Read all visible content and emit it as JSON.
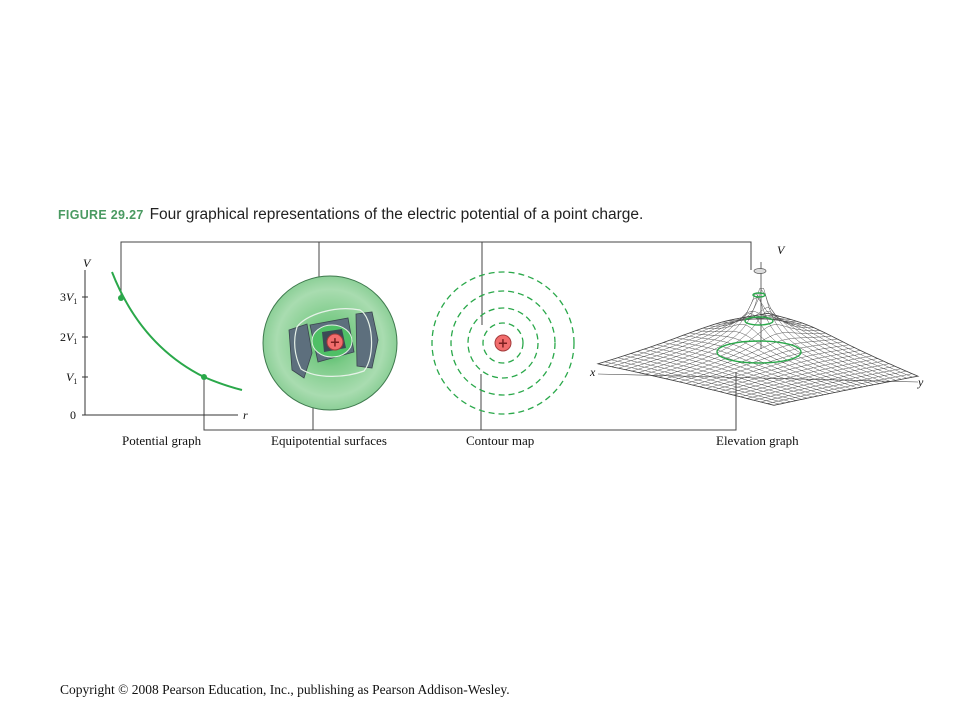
{
  "figure": {
    "number": "FIGURE 29.27",
    "caption": "Four graphical representations of the electric potential of a point charge."
  },
  "panels": [
    {
      "label": "Potential graph"
    },
    {
      "label": "Equipotential surfaces"
    },
    {
      "label": "Contour map"
    },
    {
      "label": "Elevation graph"
    }
  ],
  "potential_graph": {
    "y_axis_label": "V",
    "x_axis_label": "r",
    "tick_labels": [
      {
        "coef": "3",
        "sym": "V",
        "sub": "1"
      },
      {
        "coef": "2",
        "sym": "V",
        "sub": "1"
      },
      {
        "coef": "",
        "sym": "V",
        "sub": "1"
      },
      {
        "coef": "0",
        "sym": "",
        "sub": ""
      }
    ]
  },
  "charge_symbol": "+",
  "elevation_graph": {
    "axis_v": "V",
    "axis_x": "x",
    "axis_y": "y"
  },
  "colors": {
    "green_line": "#2aa84a",
    "green_fill": "#8fd19a",
    "charge_fill": "#f26d6d",
    "surface_gray": "#5d6f7d",
    "bracket": "#444444"
  },
  "copyright": "Copyright © 2008 Pearson Education, Inc., publishing as Pearson Addison-Wesley."
}
